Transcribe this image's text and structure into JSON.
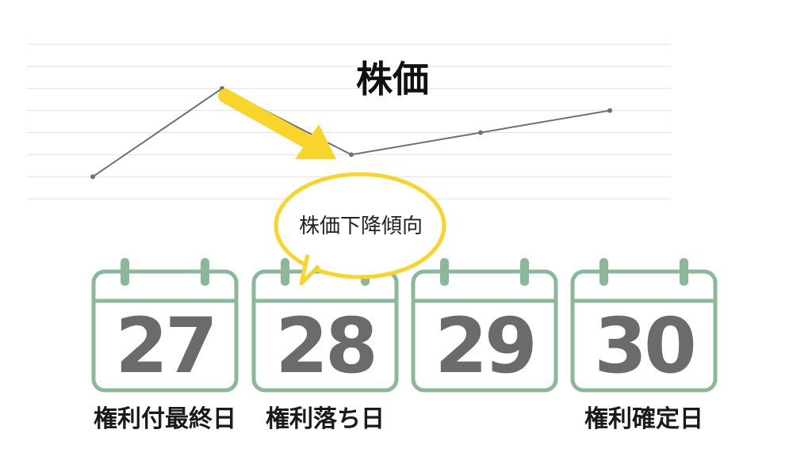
{
  "chart_data": {
    "type": "line",
    "title": "株価",
    "xlabel": "",
    "ylabel": "",
    "x": [
      1,
      2,
      3,
      4,
      5
    ],
    "values": [
      2,
      6,
      3,
      4,
      5
    ],
    "ylim": [
      0,
      8
    ],
    "grid": true
  },
  "annotation": {
    "text": "株価下降傾向",
    "arrow_color": "#f9d52b"
  },
  "calendars": [
    {
      "day": "27",
      "label": "権利付最終日"
    },
    {
      "day": "28",
      "label": "権利落ち日"
    },
    {
      "day": "29",
      "label": ""
    },
    {
      "day": "30",
      "label": "権利確定日"
    }
  ],
  "colors": {
    "calendar": "#8cb89a",
    "line": "#707070",
    "grid": "#e2e2e2",
    "accent": "#f9d52b",
    "number": "#6b6b6b"
  }
}
